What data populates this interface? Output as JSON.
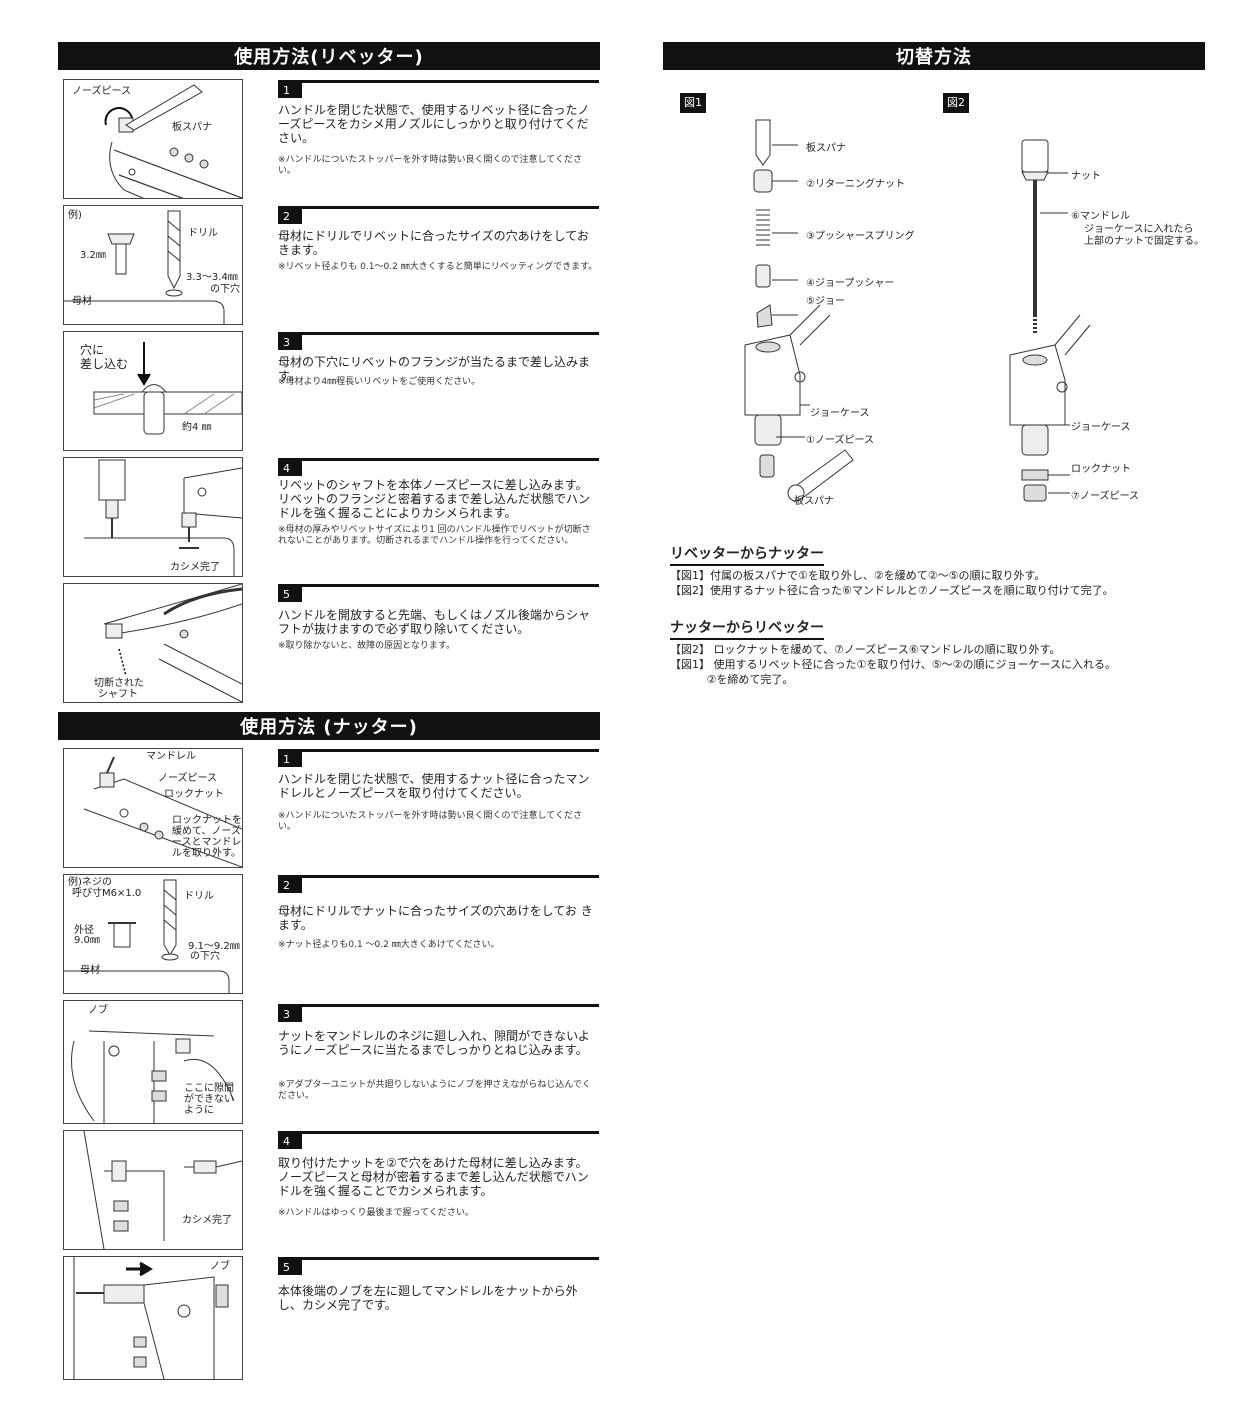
{
  "riveter": {
    "title": "使用方法(リベッター)",
    "steps": [
      {
        "num": "1",
        "text": "ハンドルを閉じた状態で、使用するリベット径に合ったノーズピースをカシメ用ノズルにしっかりと取り付けてください。",
        "note": "※ハンドルについたストッパーを外す時は勢い良く開くので注意してください。",
        "labels": [
          "ノーズピース",
          "板スパナ"
        ]
      },
      {
        "num": "2",
        "text": "母材にドリルでリベットに合ったサイズの穴あけをしてお きます。",
        "note": "※リベット径よりも 0.1〜0.2 ㎜大きくすると簡単にリベッティングできます。",
        "labels": [
          "例)",
          "ドリル",
          "3.2㎜",
          "3.3〜3.4㎜",
          "の下穴",
          "母材"
        ]
      },
      {
        "num": "3",
        "text": "母材の下穴にリベットのフランジが当たるまで差し込みます。",
        "note": "※母材より4㎜程長いリベットをご使用ください。",
        "labels": [
          "穴に",
          "差し込む",
          "約4 ㎜"
        ]
      },
      {
        "num": "4",
        "text": "リベットのシャフトを本体ノーズピースに差し込みます。リベットのフランジと密着するまで差し込んだ状態でハンドルを強く握ることによりカシメられます。",
        "note": "※母材の厚みやリベットサイズにより1 回のハンドル操作でリベットが切断されないことがあります。切断されるまでハンドル操作を行ってください。",
        "labels": [
          "カシメ完了"
        ]
      },
      {
        "num": "5",
        "text": "ハンドルを開放すると先端、もしくはノズル後端からシャフトが抜けますので必ず取り除いてください。",
        "note": "※取り除かないと、故障の原因となります。",
        "labels": [
          "切断された",
          "シャフト"
        ]
      }
    ]
  },
  "nutter": {
    "title": "使用方法 (ナッター)",
    "steps": [
      {
        "num": "1",
        "text": "ハンドルを閉じた状態で、使用するナット径に合ったマンドレルとノーズピースを取り付けてください。",
        "note": "※ハンドルについたストッパーを外す時は勢い良く開くので注意してください。",
        "labels": [
          "マンドレル",
          "ノーズピース",
          "ロックナット",
          "ロックナットを",
          "緩めて、ノーズピ",
          "ースとマンドレ",
          "ルを取り外す。"
        ]
      },
      {
        "num": "2",
        "text": "母材にドリルでナットに合ったサイズの穴あけをしてお きます。",
        "note": "※ナット径よりも0.1 〜0.2 ㎜大きくあけてください。",
        "labels": [
          "例)ネジの",
          "呼び寸M6×1.0",
          "ドリル",
          "外径",
          "9.0㎜",
          "9.1〜9.2㎜",
          "の下穴",
          "母材"
        ]
      },
      {
        "num": "3",
        "text": "ナットをマンドレルのネジに廻し入れ、隙間ができないようにノーズピースに当たるまでしっかりとねじ込みます。",
        "note": "※アダプターユニットが共廻りしないようにノブを押さえながらねじ込んでください。",
        "labels": [
          "ノブ",
          "ここに隙間",
          "ができない",
          "ように"
        ]
      },
      {
        "num": "4",
        "text": "取り付けたナットを②で穴をあけた母材に差し込みます。ノーズピースと母材が密着するまで差し込んだ状態でハンドルを強く握ることでカシメられます。",
        "note": "※ハンドルはゆっくり最後まで握ってください。",
        "labels": [
          "カシメ完了"
        ]
      },
      {
        "num": "5",
        "text": "本体後端のノブを左に廻してマンドレルをナットから外し、カシメ完了です。",
        "note": "",
        "labels": [
          "ノブ"
        ]
      }
    ]
  },
  "switch": {
    "title": "切替方法",
    "fig1": {
      "tag": "図1",
      "labels": [
        "板スパナ",
        "②リターニングナット",
        "③プッシャースプリング",
        "④ジョープッシャー",
        "⑤ジョー",
        "ジョーケース",
        "①ノーズピース",
        "板スパナ"
      ]
    },
    "fig2": {
      "tag": "図2",
      "labels": [
        "ナット",
        "⑥マンドレル",
        "ジョーケースに入れたら",
        "上部のナットで固定する。",
        "ジョーケース",
        "ロックナット",
        "⑦ノーズピース"
      ]
    },
    "r2n": {
      "heading": "リベッターからナッター",
      "lines": [
        "【図1】付属の板スパナで①を取り外し、②を緩めて②〜⑤の順に取り外す。",
        "【図2】使用するナット径に合った⑥マンドレルと⑦ノーズピースを順に取り付けて完了。"
      ]
    },
    "n2r": {
      "heading": "ナッターからリベッター",
      "lines": [
        "【図2】  ロックナットを緩めて、⑦ノーズピース⑥マンドレルの順に取り外す。",
        "【図1】  使用するリベット径に合った①を取り付け、⑤〜②の順にジョーケースに入れる。",
        "　　　  ②を締めて完了。"
      ]
    }
  }
}
